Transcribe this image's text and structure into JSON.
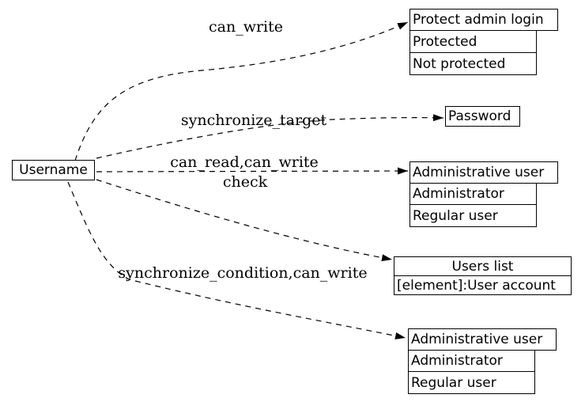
{
  "diagram": {
    "background": "#ffffff",
    "stroke_color": "#000000",
    "source_node": {
      "label": "Username"
    },
    "edges": [
      {
        "label": "can_write",
        "target": "Protect admin login"
      },
      {
        "label": "synchronize_target",
        "target": "Password"
      },
      {
        "label": "can_read,can_write",
        "label_line2": "check",
        "target": "Administrative user (upper)"
      },
      {
        "label": "",
        "target": "Users list"
      },
      {
        "label": "synchronize_condition,can_write",
        "target": "Administrative user (lower)"
      }
    ],
    "nodes": {
      "protect_admin_login": {
        "title": "Protect admin login",
        "rows": [
          "Protected",
          "Not protected"
        ]
      },
      "password": {
        "title": "Password"
      },
      "administrative_user_top": {
        "title": "Administrative user",
        "rows": [
          "Administrator",
          "Regular user"
        ]
      },
      "users_list": {
        "title": "Users list",
        "rows": [
          "[element]:User account"
        ]
      },
      "administrative_user_bottom": {
        "title": "Administrative user",
        "rows": [
          "Administrator",
          "Regular user"
        ]
      }
    }
  }
}
